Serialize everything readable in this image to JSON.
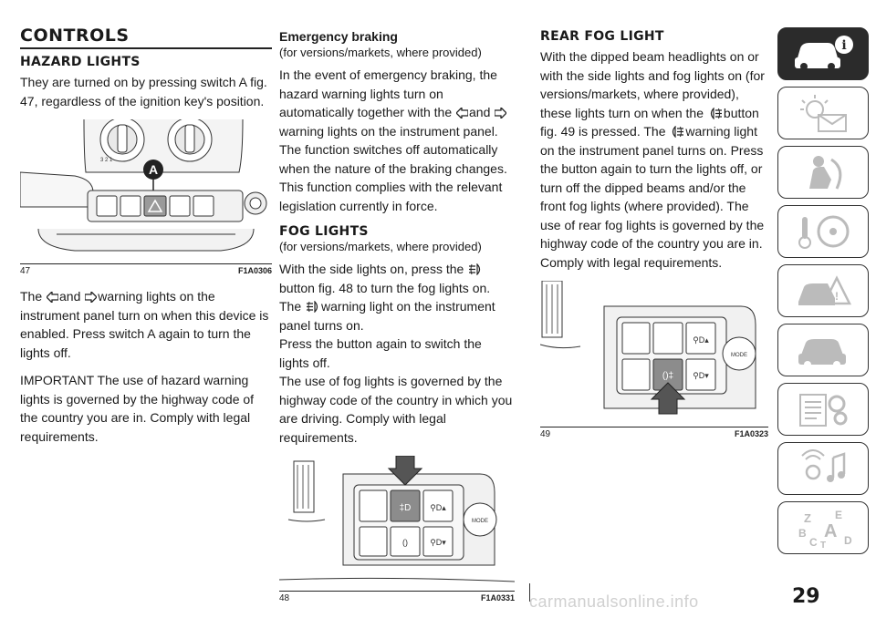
{
  "col1": {
    "title": "CONTROLS",
    "subtitle": "HAZARD LIGHTS",
    "p1": "They are turned on by pressing switch A fig. 47, regardless of the ignition key's position.",
    "fig_num": "47",
    "fig_code": "F1A0306",
    "fig_label": "A",
    "p2_a": "The",
    "p2_b": "and",
    "p2_c": "warning lights on the instrument panel turn on when this device is enabled. Press switch A again to turn the lights off.",
    "p3": "IMPORTANT The use of hazard warning lights is governed by the highway code of the country you are in. Comply with legal requirements."
  },
  "col2": {
    "heading": "Emergency braking",
    "heading_note": "(for versions/markets, where provided)",
    "p1_a": "In the event of emergency braking, the hazard warning lights turn on automatically together with the",
    "p1_b": "and",
    "p1_c": "warning lights on the instrument panel. The function switches off automatically when the nature of the braking changes. This function complies with the relevant legislation currently in force.",
    "subtitle": "FOG LIGHTS",
    "subtitle_note": "(for versions/markets, where provided)",
    "p2_a": "With the side lights on, press the",
    "p2_b": "button fig. 48 to turn the fog lights on. The",
    "p2_c": "warning light on the instrument panel turns on.",
    "p3": "Press the button again to switch the lights off.",
    "p4": "The use of fog lights is governed by the highway code of the country in which you are driving. Comply with legal requirements.",
    "fig_num": "48",
    "fig_code": "F1A0331",
    "fig_mode": "MODE"
  },
  "col3": {
    "subtitle": "REAR FOG LIGHT",
    "p1_a": "With the dipped beam headlights on or with the side lights and fog lights on (for versions/markets, where provided), these lights turn on when the",
    "p1_b": "button fig. 49 is pressed. The",
    "p1_c": "warning light on the instrument panel turns on. Press the button again to turn the lights off, or turn off the dipped beams and/or the front fog lights (where provided). The use of rear fog lights is governed by the highway code of the country you are in. Comply with legal requirements.",
    "fig_num": "49",
    "fig_code": "F1A0323",
    "fig_mode": "MODE"
  },
  "sidebar": {
    "tabs": [
      {
        "icon": "car-info-icon",
        "active": true
      },
      {
        "icon": "warning-lights-icon",
        "active": false
      },
      {
        "icon": "safety-icon",
        "active": false
      },
      {
        "icon": "starting-driving-icon",
        "active": false
      },
      {
        "icon": "emergency-icon",
        "active": false
      },
      {
        "icon": "maintenance-icon",
        "active": false
      },
      {
        "icon": "technical-data-icon",
        "active": false
      },
      {
        "icon": "multimedia-icon",
        "active": false
      },
      {
        "icon": "index-icon",
        "active": false
      }
    ],
    "index_letters": [
      "Z",
      "E",
      "B",
      "A",
      "C",
      "D",
      "T"
    ]
  },
  "page_number": "29",
  "watermark": "carmanualsonline.info"
}
